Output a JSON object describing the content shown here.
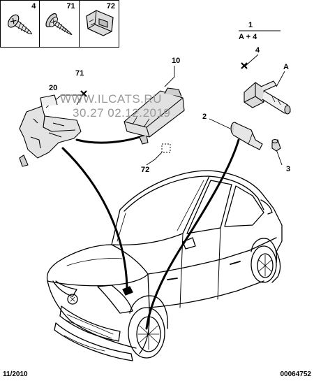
{
  "thumbnails": [
    {
      "number": "4",
      "icon": "screw-icon"
    },
    {
      "number": "71",
      "icon": "screw-with-washer-icon"
    },
    {
      "number": "72",
      "icon": "clip-icon"
    }
  ],
  "set_reference": {
    "number": "1",
    "composition": "A + 4"
  },
  "callouts": {
    "c4": "4",
    "cA": "A",
    "c71": "71",
    "c20": "20",
    "c10": "10",
    "c2": "2",
    "c72": "72",
    "c3": "3"
  },
  "watermark": {
    "line1": "WWW.ILCATS.RU",
    "line2": "30.27 02.12.2019"
  },
  "footer": {
    "date": "11/2010",
    "code": "00064752"
  }
}
